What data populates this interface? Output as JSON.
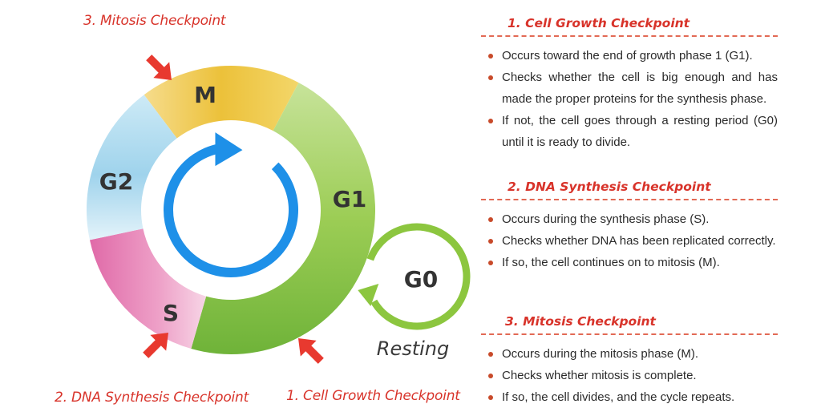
{
  "diagram": {
    "phases": {
      "m": "M",
      "g1": "G1",
      "g2": "G2",
      "s": "S",
      "g0": "G0"
    },
    "resting": "Resting",
    "checkpoint_labels": {
      "mitosis": "3. Mitosis Checkpoint",
      "dna": "2. DNA Synthesis Checkpoint",
      "growth": "1. Cell Growth Checkpoint"
    },
    "colors": {
      "checkpoint_red": "#e8392f",
      "cycle_arrow_blue": "#1e90e8",
      "g0_arrow_green": "#8cc63f",
      "m_segment": "#ecc13a",
      "g1_segment": "#8cc63f",
      "g2_segment": "#a8d8ee",
      "s_segment": "#e27fb3"
    }
  },
  "panels": [
    {
      "title": "1. Cell Growth Checkpoint",
      "bullets": [
        "Occurs toward the end of growth phase 1 (G1).",
        "Checks whether the cell is big enough and has made the proper proteins for the synthesis phase.",
        "If not, the cell goes through a resting period (G0) until it is ready to divide."
      ]
    },
    {
      "title": "2. DNA Synthesis Checkpoint",
      "bullets": [
        "Occurs during the synthesis phase (S).",
        "Checks whether DNA has been replicated correctly.",
        "If so, the cell continues on to mitosis (M)."
      ]
    },
    {
      "title": "3. Mitosis Checkpoint",
      "bullets": [
        "Occurs during the mitosis phase (M).",
        "Checks whether mitosis is complete.",
        "If so, the cell divides, and the cycle repeats."
      ]
    }
  ]
}
